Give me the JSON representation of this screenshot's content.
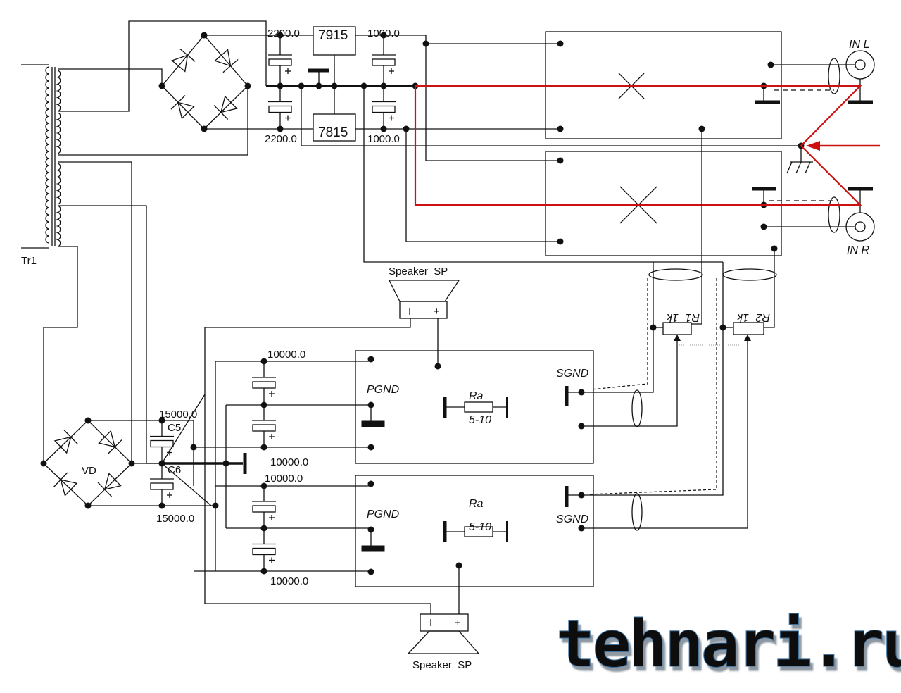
{
  "title": "Power amplifier wiring diagram",
  "transformer": {
    "label": "Tr1"
  },
  "bridge_secondary": {
    "label": "VD"
  },
  "regulators": {
    "negative": "7915",
    "positive": "7815"
  },
  "capacitors": {
    "reg_in_top": "2200.0",
    "reg_in_bottom": "2200.0",
    "reg_out_top": "1000.0",
    "reg_out_bottom": "1000.0",
    "c5_label": "C5",
    "c5_value": "15000.0",
    "c6_label": "C6",
    "c6_value": "15000.0",
    "amp1_top": "10000.0",
    "amp1_bottom": "10000.0",
    "amp2_top": "10000.0",
    "amp2_bottom": "10000.0"
  },
  "inputs": {
    "left": "IN L",
    "right": "IN R"
  },
  "pots": [
    {
      "name": "R1",
      "value": "1k"
    },
    {
      "name": "R2",
      "value": "1k"
    }
  ],
  "power_amps": [
    {
      "pgnd": "PGND",
      "sgnd": "SGND",
      "ra": "Ra",
      "ra_value": "5-10"
    },
    {
      "pgnd": "PGND",
      "sgnd": "SGND",
      "ra": "Ra",
      "ra_value": "5-10"
    }
  ],
  "speakers": [
    {
      "label": "Speaker  SP",
      "minus": "I",
      "plus": "+"
    },
    {
      "label": "Speaker  SP",
      "minus": "I",
      "plus": "+"
    }
  ],
  "colors": {
    "wire": "#111111",
    "highlight": "#cc1111",
    "logo": "#4a90d0"
  },
  "logo": {
    "text": "tehnari.ru"
  }
}
